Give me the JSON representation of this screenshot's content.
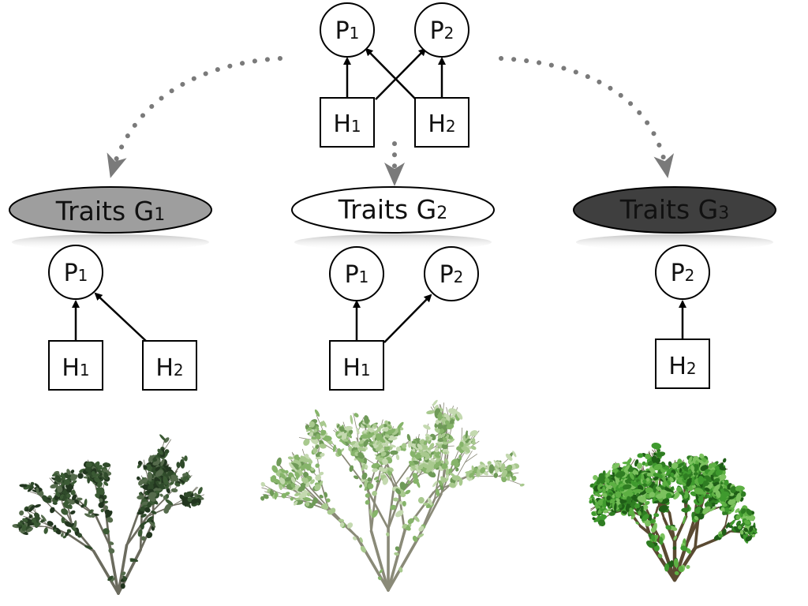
{
  "diagram": {
    "top": {
      "p1": {
        "main": "P",
        "sub": "1"
      },
      "p2": {
        "main": "P",
        "sub": "2"
      },
      "h1": {
        "main": "H",
        "sub": "1"
      },
      "h2": {
        "main": "H",
        "sub": "2"
      }
    },
    "groups": [
      {
        "trait": {
          "main": "Traits G",
          "sub": "1"
        },
        "fill": "#9e9e9e",
        "text_color": "#111111",
        "p1": {
          "main": "P",
          "sub": "1"
        },
        "h1": {
          "main": "H",
          "sub": "1"
        },
        "h2": {
          "main": "H",
          "sub": "2"
        }
      },
      {
        "trait": {
          "main": "Traits G",
          "sub": "2"
        },
        "fill": "#ffffff",
        "text_color": "#111111",
        "p1": {
          "main": "P",
          "sub": "1"
        },
        "p2": {
          "main": "P",
          "sub": "2"
        },
        "h1": {
          "main": "H",
          "sub": "1"
        }
      },
      {
        "trait": {
          "main": "Traits G",
          "sub": "3"
        },
        "fill": "#3f3f3f",
        "text_color": "#111111",
        "p2": {
          "main": "P",
          "sub": "2"
        },
        "h2": {
          "main": "H",
          "sub": "2"
        }
      }
    ],
    "colors": {
      "arrow": "#000000",
      "dotted_arrow": "#7a7a7a",
      "leaf_dark": "#2f4a2a",
      "leaf_light": "#86b46a",
      "leaf_bright": "#3f9a2e"
    }
  }
}
